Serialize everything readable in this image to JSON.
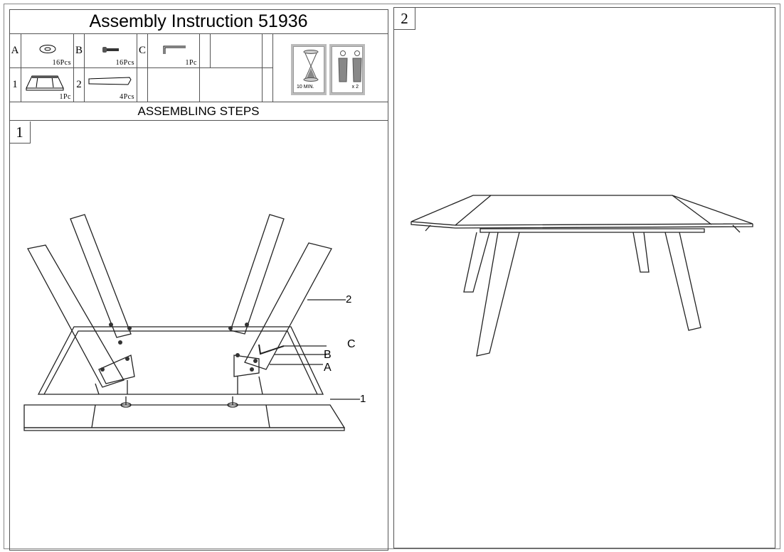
{
  "title": "Assembly Instruction 51936",
  "parts": [
    {
      "label": "A",
      "qty": "16Pcs",
      "icon": "washer-icon"
    },
    {
      "label": "B",
      "qty": "16Pcs",
      "icon": "bolt-icon"
    },
    {
      "label": "C",
      "qty": "1Pc",
      "icon": "allen-key-icon"
    },
    {
      "label": "1",
      "qty": "1Pc",
      "icon": "table-top-icon"
    },
    {
      "label": "2",
      "qty": "4Pcs",
      "icon": "leg-icon"
    }
  ],
  "time": {
    "label": "10 MIN.",
    "icon": "hourglass-icon"
  },
  "people": {
    "label": "x 2",
    "icon": "two-people-icon"
  },
  "steps_heading": "ASSEMBLING STEPS",
  "step1": {
    "number": "1",
    "callouts": {
      "c": "C",
      "b": "B",
      "a": "A",
      "leg": "2",
      "top": "1"
    }
  },
  "step2": {
    "number": "2"
  }
}
